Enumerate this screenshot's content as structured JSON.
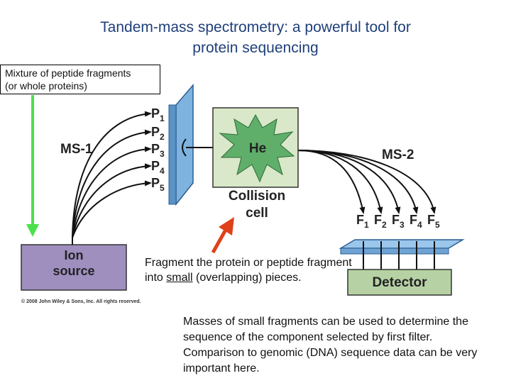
{
  "title": {
    "line1": "Tandem-mass spectrometry: a powerful tool for",
    "line2": "protein sequencing"
  },
  "mixture_label": {
    "line1": "Mixture of peptide fragments",
    "line2": "(or whole proteins)"
  },
  "diagram": {
    "ms1_label": "MS-1",
    "ms2_label": "MS-2",
    "ion_source": {
      "line1": "Ion",
      "line2": "source"
    },
    "peptides": [
      "P",
      "P",
      "P",
      "P",
      "P"
    ],
    "peptide_subscripts": [
      "1",
      "2",
      "3",
      "4",
      "5"
    ],
    "gas_label": "He",
    "collision_cell": {
      "line1": "Collision",
      "line2": "cell"
    },
    "fragments": [
      "F",
      "F",
      "F",
      "F",
      "F"
    ],
    "fragment_subscripts": [
      "1",
      "2",
      "3",
      "4",
      "5"
    ],
    "detector_label": "Detector",
    "copyright": "© 2008 John Wiley & Sons, Inc. All rights reserved.",
    "colors": {
      "ion_source": "#9f8fbf",
      "filter": "#7eb3e0",
      "collision_cell": "#d8e8c8",
      "burst": "#5fae6a",
      "detector": "#b6d2a4",
      "green_arrow": "#4ce04c",
      "red_arrow": "#e0401a",
      "title": "#1f3f7a"
    }
  },
  "note1": {
    "part1": "Fragment the protein or peptide fragment into ",
    "underlined": "small",
    "part2": " (overlapping) pieces."
  },
  "note2": "Masses of small fragments can be used to determine the sequence of the component selected by first filter.  Comparison to genomic (DNA) sequence data can be very important here."
}
